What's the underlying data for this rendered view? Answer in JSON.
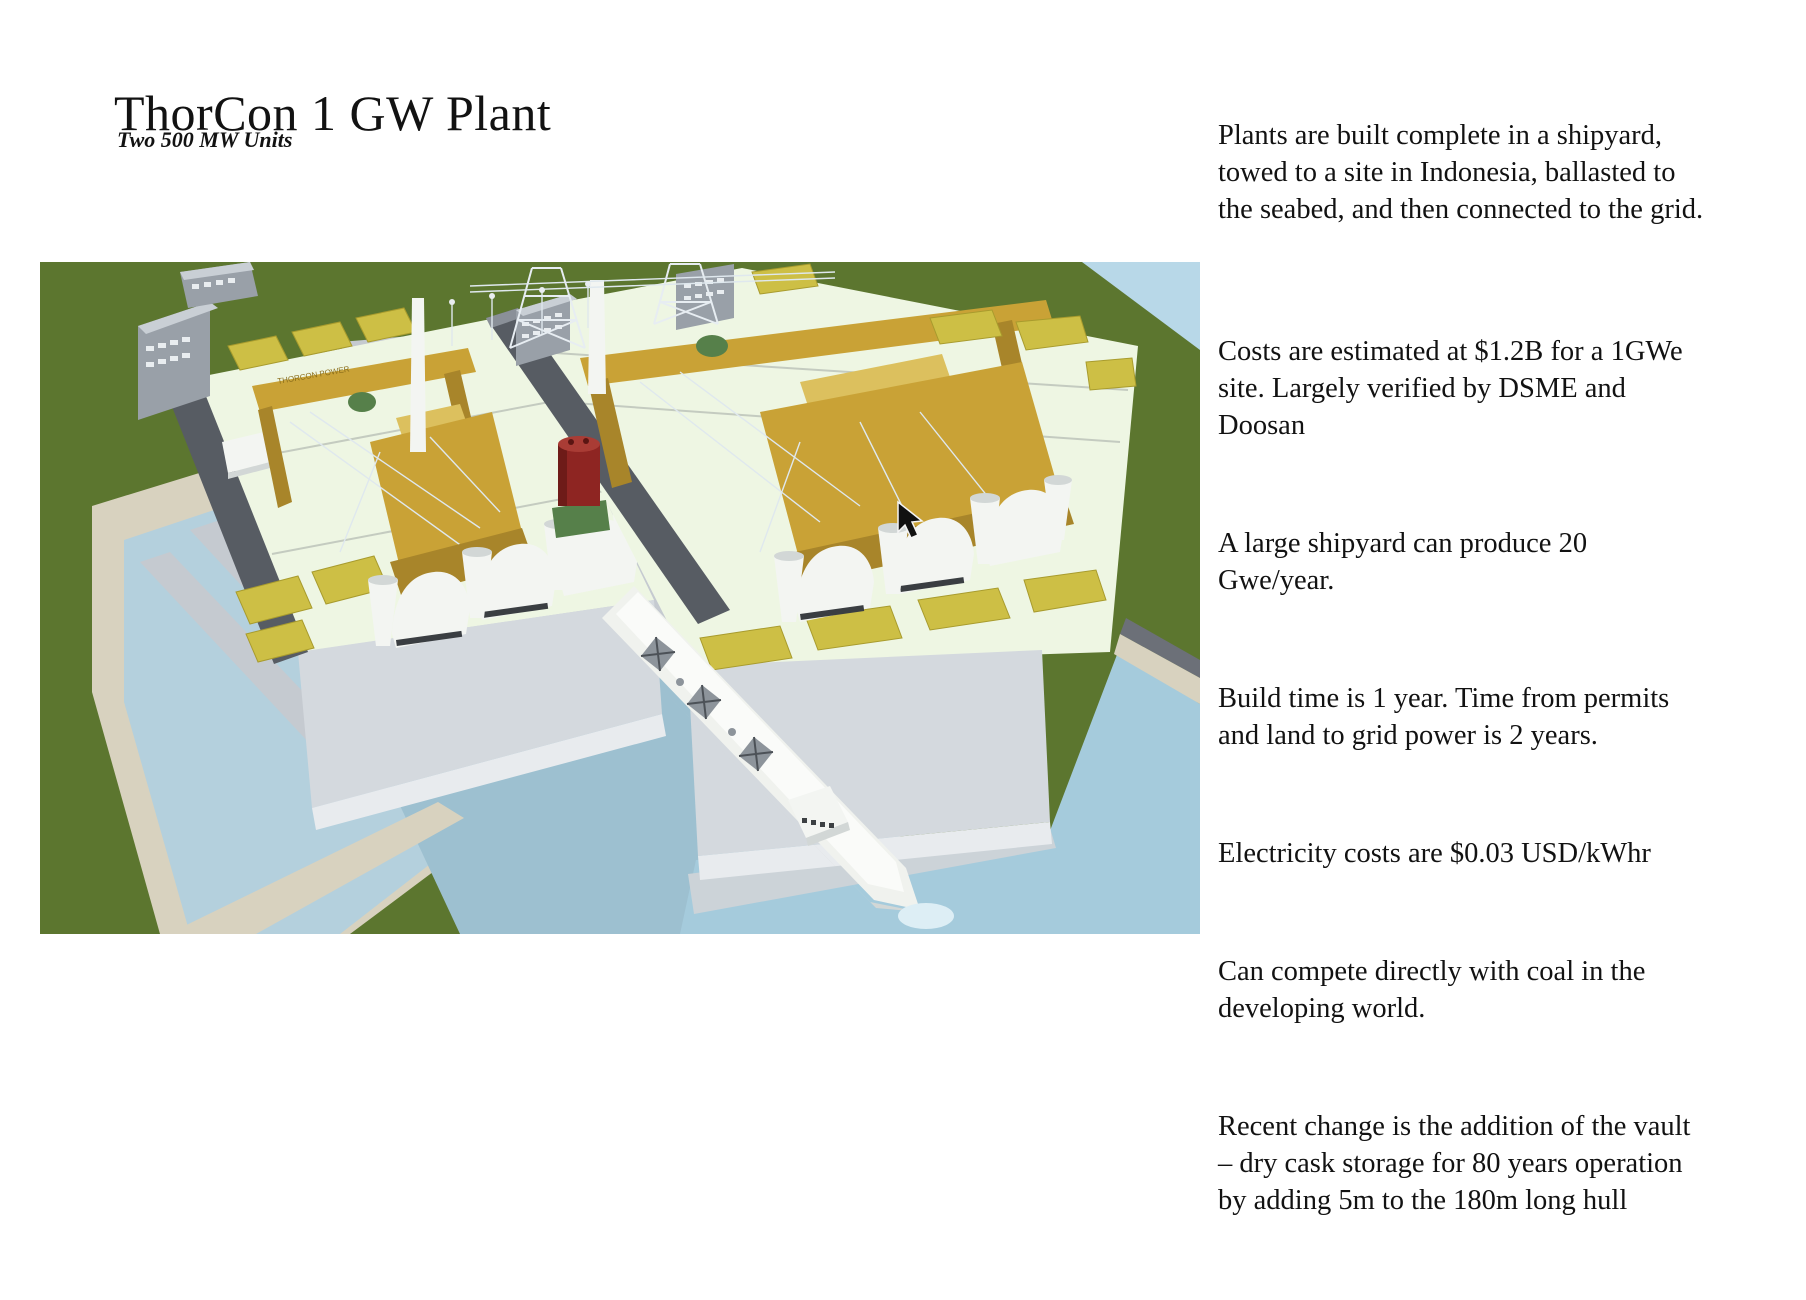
{
  "slide": {
    "title": "ThorCon 1 GW Plant",
    "subtitle": "Two 500 MW Units",
    "paragraphs": [
      "Plants are built complete in a shipyard,\ntowed to a site in Indonesia, ballasted to\nthe seabed, and then connected to the grid.",
      "Costs are estimated at $1.2B for a 1GWe\nsite. Largely verified by DSME and\nDoosan",
      "A large shipyard can produce 20\nGwe/year.",
      "Build time is 1 year.  Time from permits\nand land to grid power is 2 years.",
      "Electricity costs are $0.03 USD/kWhr",
      "Can compete directly with coal in the\ndeveloping world.",
      "Recent change is the addition of the vault\n– dry cask storage for 80 years operation\nby adding 5m to the 180m long hull"
    ]
  },
  "illustration": {
    "description": "3D rendering of a ThorCon 1 GW plant: two 500 MW power barges with yellow gantry cranes moored in a dredged basin, a cargo ship in the canal between them, red storage tank, transmission towers, green land and blue water",
    "crane_label": "THORCON POWER",
    "colors": {
      "grass": "#5c762f",
      "sky": "#b8d8e8",
      "water": "#a5cbdc",
      "quay_beige": "#d8d2bf",
      "quay_concrete": "#c5cad0",
      "deck": "#eef6e3",
      "hull_gray": "#d4d9de",
      "wall_dark": "#575c63",
      "crane_gold": "#c9a236",
      "hatch_yellow": "#cdbf45",
      "tank_red": "#8e2522",
      "ship_white": "#f0f2ee"
    }
  }
}
